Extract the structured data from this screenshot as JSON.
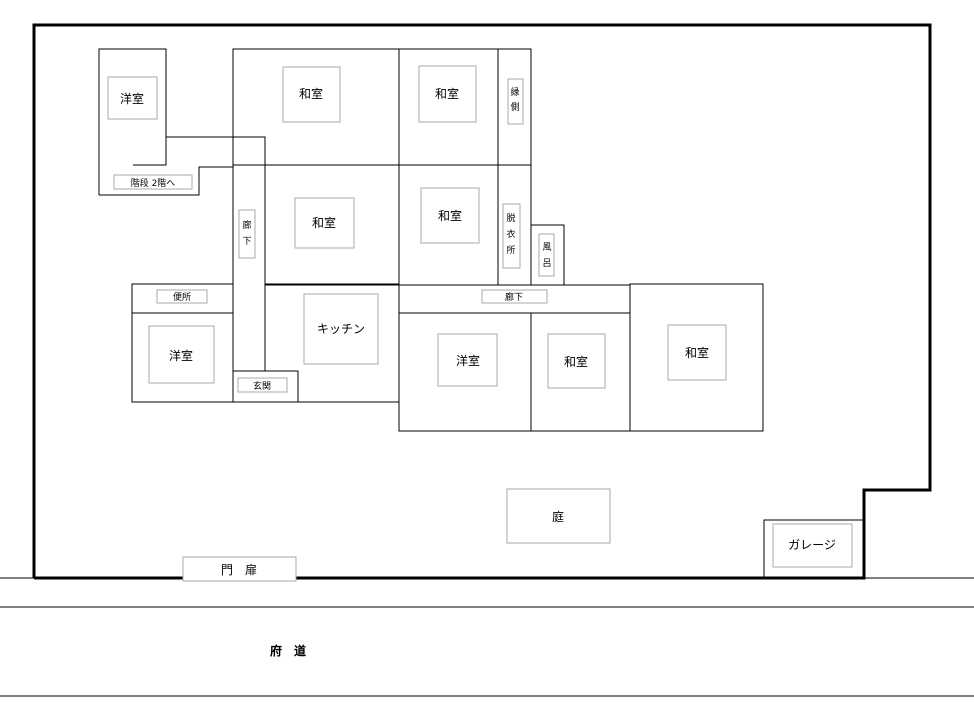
{
  "rooms": {
    "yoshitsu_topleft": "洋室",
    "washitsu_1": "和室",
    "washitsu_2": "和室",
    "engawa": [
      "縁",
      "側"
    ],
    "kaidan": "階段 2階へ",
    "rouka_vertical": [
      "廊",
      "下"
    ],
    "washitsu_3": "和室",
    "washitsu_4": "和室",
    "datsuijo": [
      "脱",
      "衣",
      "所"
    ],
    "furo": [
      "風",
      "呂"
    ],
    "benjo": "便所",
    "rouka_horizontal": "廊下",
    "yoshitsu_left": "洋室",
    "kitchen": "キッチン",
    "genkan": "玄関",
    "yoshitsu_mid": "洋室",
    "washitsu_5": "和室",
    "washitsu_6": "和室",
    "niwa": "庭",
    "garage": "ガレージ",
    "gate": "門　扉"
  },
  "road": {
    "label": "府　道"
  }
}
